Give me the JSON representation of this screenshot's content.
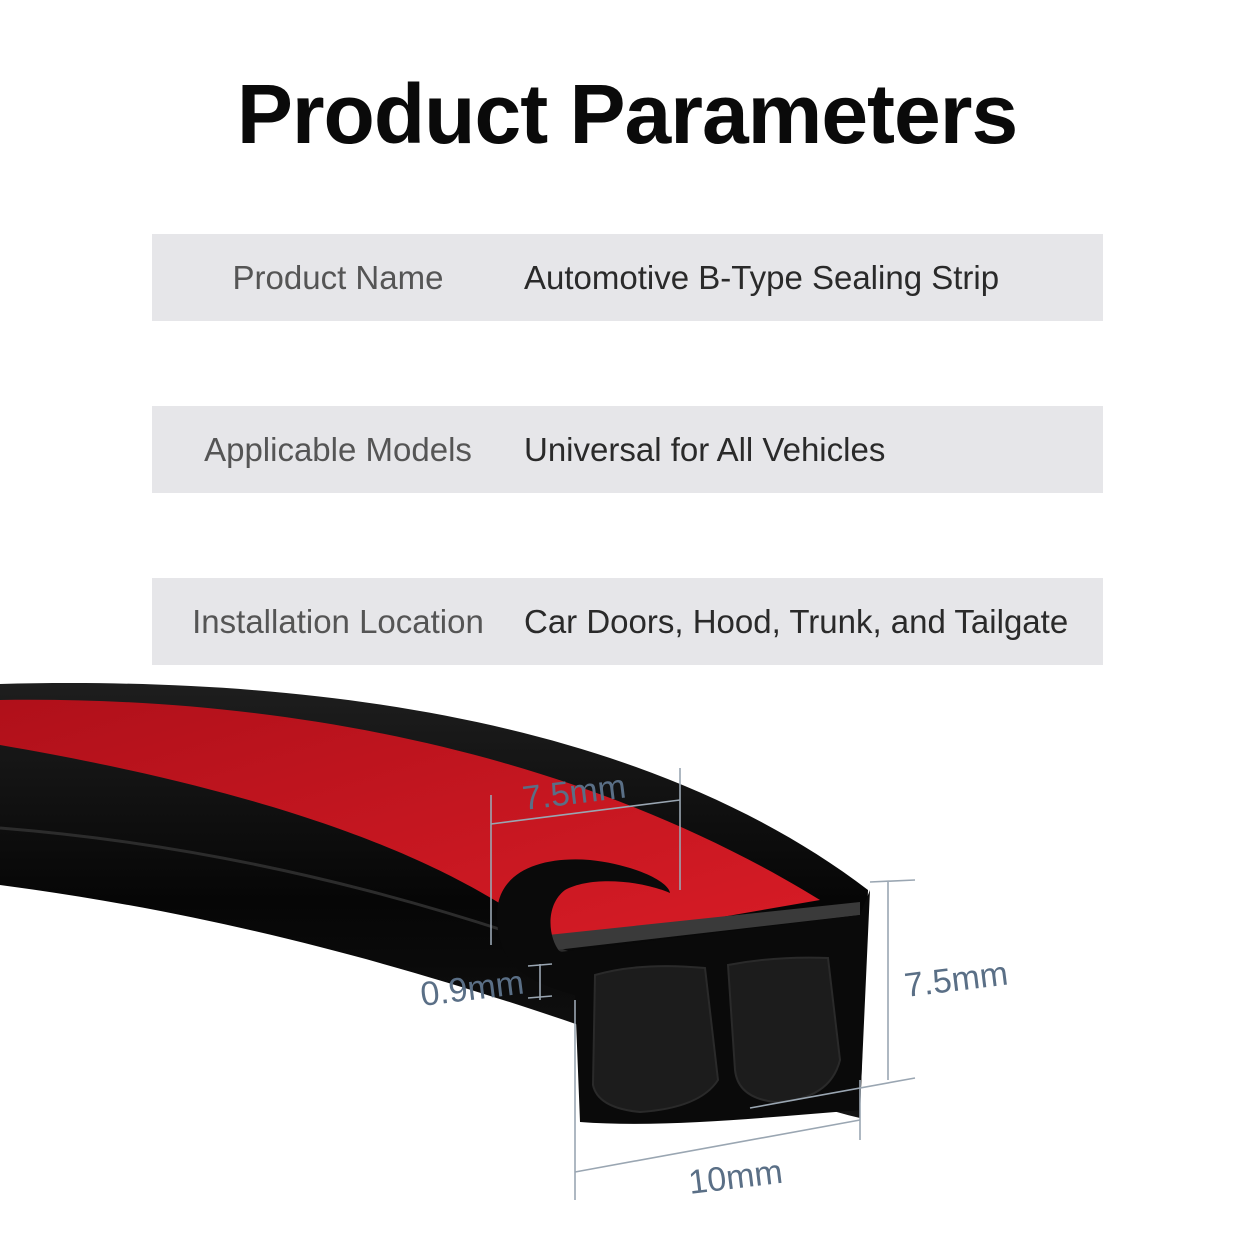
{
  "title": "Product Parameters",
  "parameters": [
    {
      "label": "Product Name",
      "value": "Automotive B-Type Sealing Strip"
    },
    {
      "label": "Applicable Models",
      "value": "Universal for All Vehicles"
    },
    {
      "label": "Installation Location",
      "value": "Car Doors, Hood, Trunk, and Tailgate"
    }
  ],
  "dimensions": {
    "top_width": "7.5mm",
    "thickness": "0.9mm",
    "height": "7.5mm",
    "bottom_width": "10mm"
  },
  "colors": {
    "strip": "#0b0b0b",
    "tape": "#c8141e",
    "row_background": "#e6e6e9",
    "dimension_text": "#5a6f86"
  }
}
